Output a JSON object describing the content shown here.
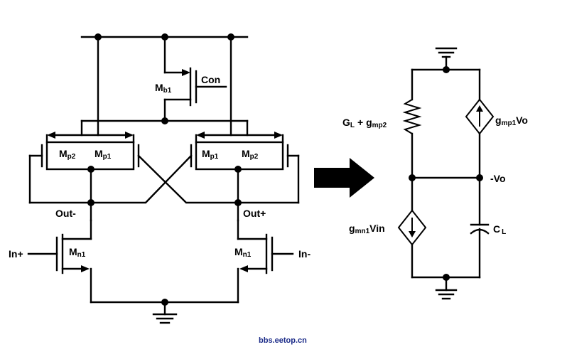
{
  "left_circuit": {
    "labels": {
      "con": "Con",
      "mb1_main": "M",
      "mb1_sub": "b1",
      "mp2_main": "M",
      "mp2_sub": "p2",
      "mp1_main": "M",
      "mp1_sub": "p1",
      "mn1_main": "M",
      "mn1_sub": "n1",
      "out_minus": "Out-",
      "out_plus": "Out+",
      "in_plus": "In+",
      "in_minus": "In-"
    }
  },
  "right_circuit": {
    "labels": {
      "gl_main": "G",
      "gl_sub": "L",
      "gl_plus": "+ g",
      "gl_sub2": "mp2",
      "gmp1_main": "g",
      "gmp1_sub": "mp1",
      "gmp1_tail": "Vo",
      "vo": "-Vo",
      "gmn1_main": "g",
      "gmn1_sub": "mn1",
      "gmn1_tail": "Vin",
      "cl_main": "C",
      "cl_sub": "L"
    }
  },
  "watermark": "bbs.eetop.cn",
  "colors": {
    "ink": "#000000",
    "watermark": "#1a2a88"
  },
  "icons": [
    "transformation-arrow",
    "ground-symbol",
    "dependent-current-source",
    "resistor",
    "capacitor"
  ]
}
